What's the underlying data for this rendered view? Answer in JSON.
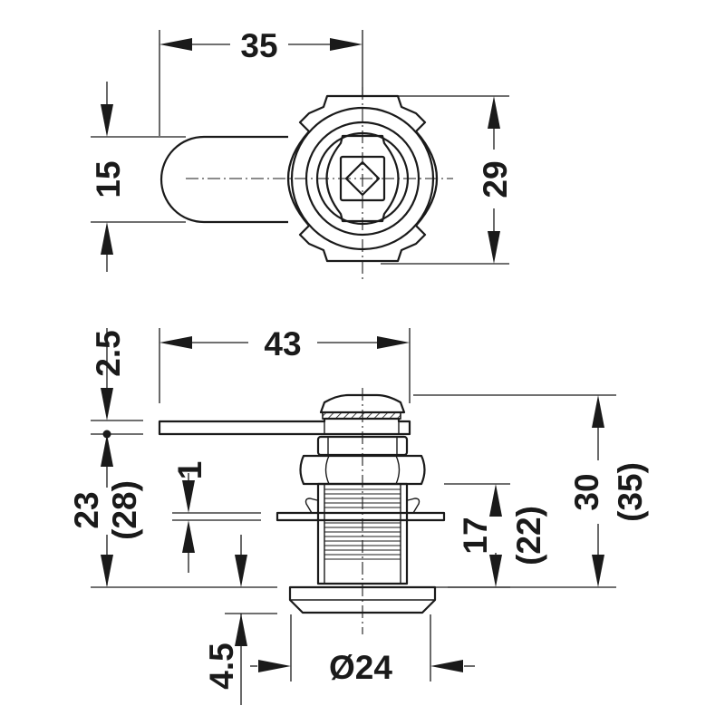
{
  "dimensions": {
    "top_width": "35",
    "top_cam_width": "15",
    "top_body_height": "29",
    "side_total_length": "43",
    "side_cam_thickness": "2.5",
    "side_grip_main": "23",
    "side_grip_alt": "(28)",
    "side_gap": "1",
    "side_thread_main": "17",
    "side_thread_alt": "(22)",
    "side_height_main": "30",
    "side_height_alt": "(35)",
    "side_bezel_height": "4.5",
    "side_bezel_diameter": "Ø24"
  },
  "colors": {
    "line": "#1a1a1a",
    "background": "#ffffff"
  }
}
